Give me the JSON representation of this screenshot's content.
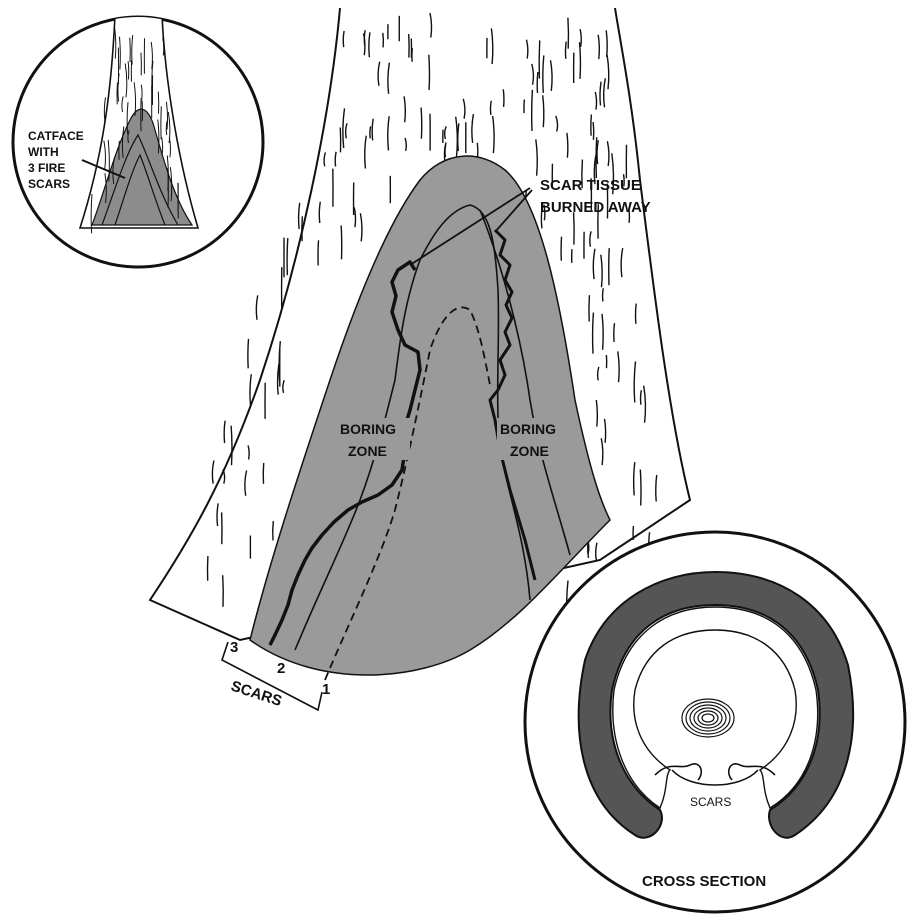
{
  "inset_top": {
    "label_line1": "CATFACE",
    "label_line2": "WITH",
    "label_line3": "3 FIRE",
    "label_line4": "SCARS"
  },
  "main": {
    "scar_tissue_line1": "SCAR TISSUE",
    "scar_tissue_line2": "BURNED AWAY",
    "boring_zone_left_line1": "BORING",
    "boring_zone_left_line2": "ZONE",
    "boring_zone_right_line1": "BORING",
    "boring_zone_right_line2": "ZONE",
    "scar_numbers": [
      "3",
      "2",
      "1"
    ],
    "scars_label": "SCARS"
  },
  "inset_bottom": {
    "scars_label": "SCARS",
    "title": "CROSS SECTION"
  },
  "colors": {
    "ink": "#111111",
    "scar_fill": "#9a9a9a",
    "inset_scar_fill": "#8c8c8c",
    "background": "#ffffff"
  }
}
